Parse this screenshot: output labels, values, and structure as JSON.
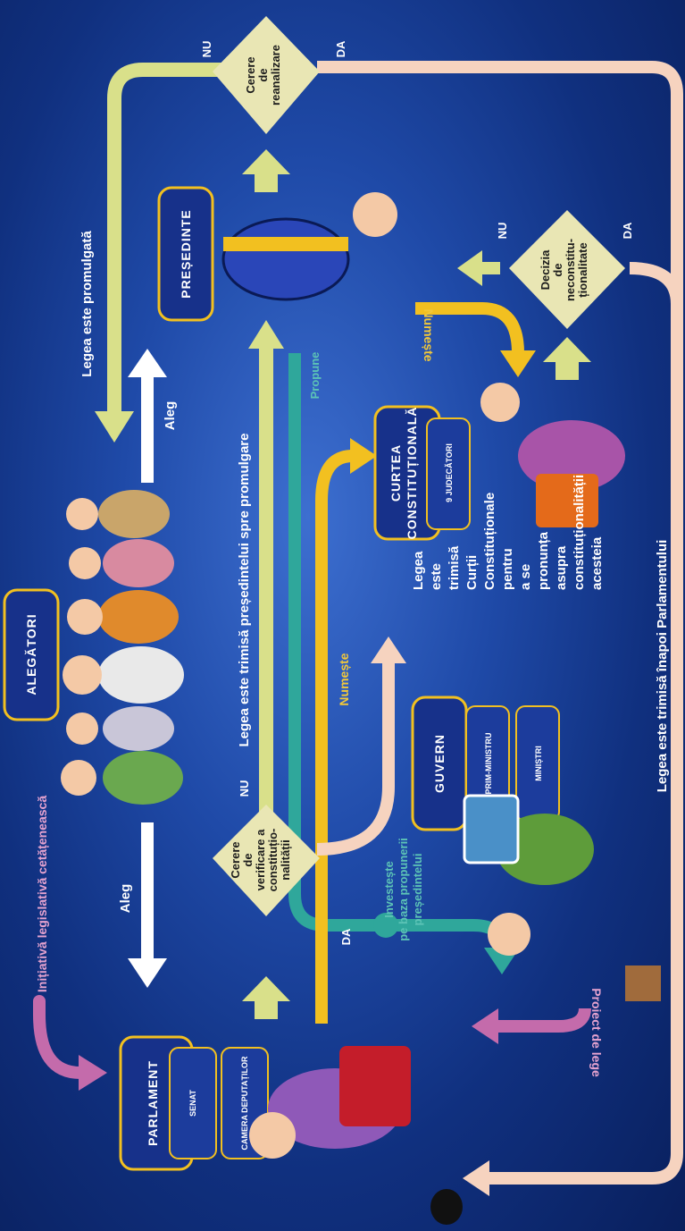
{
  "institutions": {
    "parlament": "PARLAMENT",
    "senat": "SENAT",
    "camera": "CAMERA DEPUTAȚILOR",
    "alegatori": "ALEGĂTORI",
    "presedinte": "PREȘEDINTE",
    "guvern": "GUVERN",
    "prim_ministru": "PRIM-MINISTRU",
    "ministri": "MINIȘTRI",
    "curtea_1": "CURTEA",
    "curtea_2": "CONSTITUȚIONALĂ",
    "judecatori": "9 JUDECĂTORI"
  },
  "flows": {
    "initiativa": "Inițiativă legislativă cetățenească",
    "aleg_left": "Aleg",
    "aleg_right": "Aleg",
    "promulgata": "Legea este promulgată",
    "trimisa_presedinte": "Legea este trimisă președintelui spre promulgare",
    "propune": "Propune",
    "numeste_1": "Numește",
    "numeste_2": "Numește",
    "investeste_1": "Investește",
    "investeste_2": "pe baza propunerii",
    "investeste_3": "președintelui",
    "proiect": "Proiect de lege",
    "inapoi": "Legea este trimisă înapoi Parlamentului",
    "curtii": [
      "Legea",
      "este",
      "trimisă",
      "Curții",
      "Constituționale",
      "pentru",
      "a se",
      "pronunța",
      "asupra",
      "constituționalității",
      "acesteia"
    ]
  },
  "decisions": {
    "verificare": [
      "Cerere",
      "de",
      "verificare a",
      "constituțio-",
      "nalității"
    ],
    "reanalizare": [
      "Cerere",
      "de",
      "reanalizare"
    ],
    "neconst": [
      "Decizia",
      "de",
      "neconstitu-",
      "ționalitate"
    ],
    "nu": "NU",
    "da": "DA"
  },
  "colors": {
    "green": "#d9e08a",
    "white": "#ffffff",
    "pink": "#c46bab",
    "teal": "#2fa79b",
    "yellow": "#f2c020",
    "peach": "#f6d3bf",
    "box": "#17318a"
  }
}
